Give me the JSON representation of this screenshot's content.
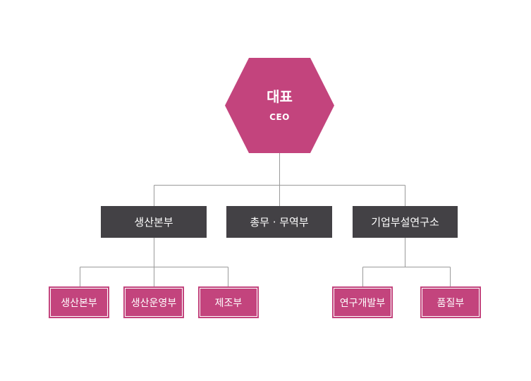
{
  "colors": {
    "ceo": "#c3447d",
    "department": "#434145",
    "team": "#c3447d",
    "line": "#9a9a9a"
  },
  "ceo": {
    "title": "대표",
    "subtitle": "CEO"
  },
  "departments": [
    {
      "label": "생산본부",
      "teams": [
        "생산본부",
        "생산운영부",
        "제조부"
      ]
    },
    {
      "label": "총무 · 무역부",
      "teams": []
    },
    {
      "label": "기업부설연구소",
      "teams": [
        "연구개발부",
        "품질부"
      ]
    }
  ]
}
